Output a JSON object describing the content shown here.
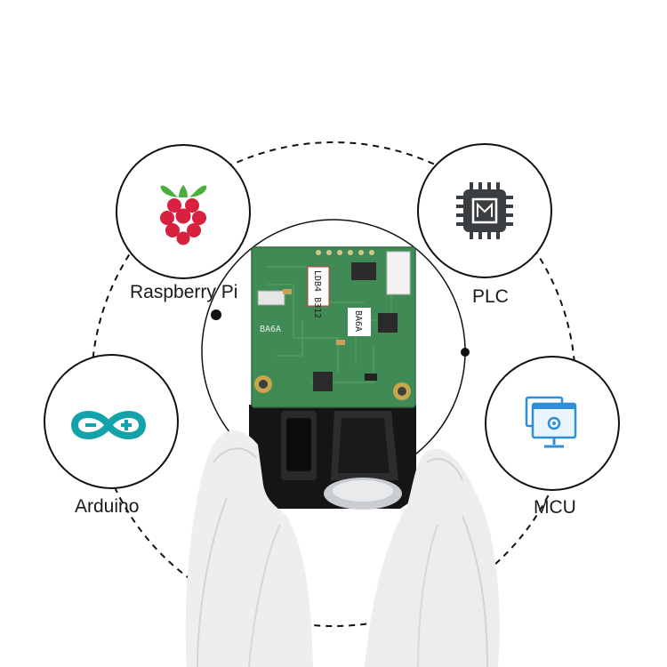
{
  "integrations": {
    "raspberry_pi": {
      "label": "Raspberry Pi",
      "icon": "raspberry-pi-icon"
    },
    "plc": {
      "label": "PLC",
      "icon": "cpu-chip-icon"
    },
    "arduino": {
      "label": "Arduino",
      "icon": "arduino-infinity-icon"
    },
    "mcu": {
      "label": "MCU",
      "icon": "monitor-settings-icon"
    }
  },
  "module": {
    "silk_text": "BA6A",
    "sticker_1": "LDB4 B312",
    "sticker_2": "BA6A"
  },
  "colors": {
    "pcb_green": "#3f8a55",
    "raspberry_red": "#d8203f",
    "leaf_green": "#4cae3c",
    "arduino_teal": "#11a3a9",
    "mcu_blue": "#2e8fd8",
    "plc_dark": "#3b3e40",
    "outline": "#111111"
  }
}
